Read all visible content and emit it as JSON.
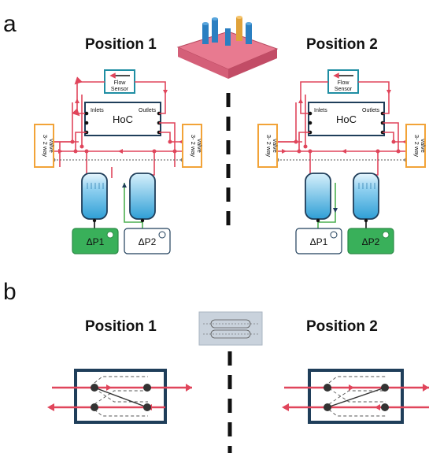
{
  "panel_a": {
    "letter": "a",
    "left": {
      "title": "Position 1",
      "flow_sensor_line1": "Flow",
      "flow_sensor_line2": "Sensor",
      "inlets": "Inlets",
      "outlets": "Outlets",
      "hoc": "HoC",
      "valve_left_line1": "3- 2 way",
      "valve_left_line2": "valve",
      "valve_right_line1": "3- 2 way",
      "valve_right_line2": "valve",
      "dp1": "ΔP1",
      "dp2": "ΔP2"
    },
    "right": {
      "title": "Position 2",
      "flow_sensor_line1": "Flow",
      "flow_sensor_line2": "Sensor",
      "inlets": "Inlets",
      "outlets": "Outlets",
      "hoc": "HoC",
      "valve_left_line1": "3- 2 way",
      "valve_left_line2": "valve",
      "valve_right_line1": "3- 2 way",
      "valve_right_line2": "valve",
      "dp1": "ΔP1",
      "dp2": "ΔP2"
    }
  },
  "panel_b": {
    "letter": "b",
    "left_title": "Position 1",
    "right_title": "Position 2"
  },
  "colors": {
    "tubing": "#e0455b",
    "frame": "#1f3e5a",
    "valve": "#f2a338",
    "sensor": "#1f8ea3",
    "pressure_active": "#39b05a",
    "pressure_idle": "#ffffff",
    "reservoir": "#2f9fd6",
    "green_line": "#4caf50"
  }
}
